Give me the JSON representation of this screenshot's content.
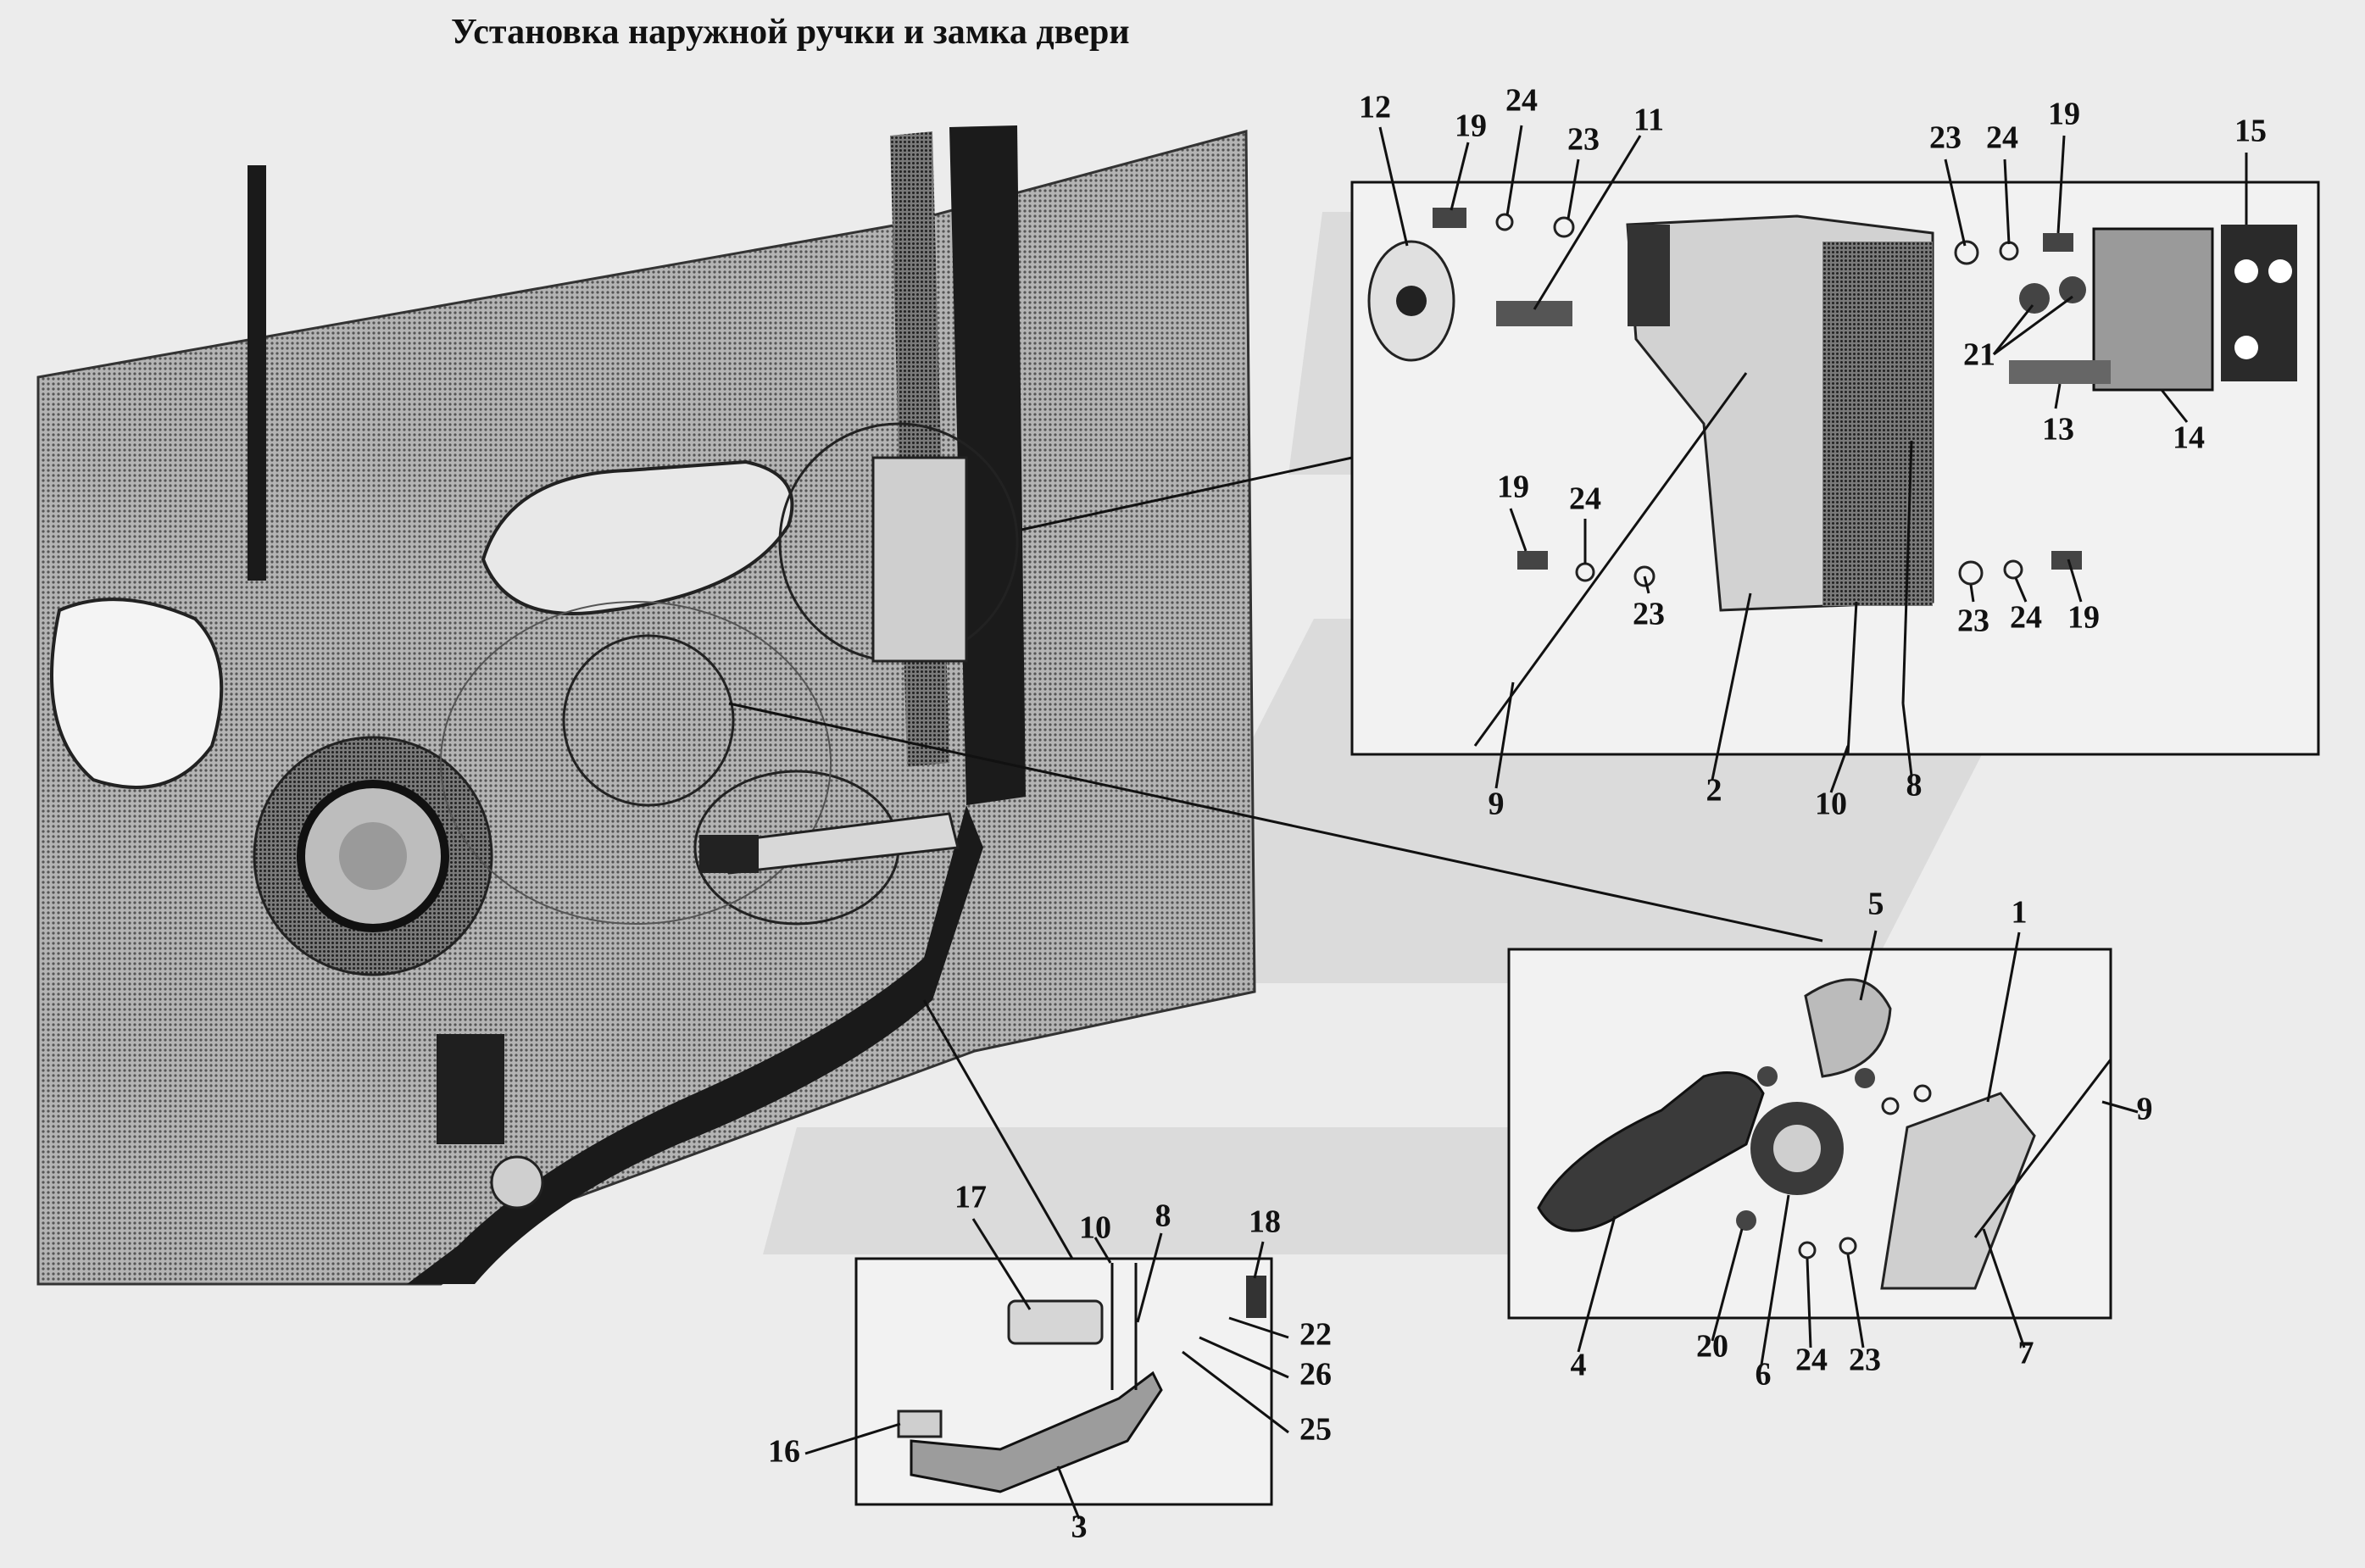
{
  "title": "Установка наружной ручки и замка двери",
  "detail_views": {
    "lock_assembly": {
      "labels": [
        {
          "id": "12",
          "text": "12"
        },
        {
          "id": "19a",
          "text": "19"
        },
        {
          "id": "24a",
          "text": "24"
        },
        {
          "id": "23a",
          "text": "23"
        },
        {
          "id": "11",
          "text": "11"
        },
        {
          "id": "23b",
          "text": "23"
        },
        {
          "id": "24b",
          "text": "24"
        },
        {
          "id": "19b",
          "text": "19"
        },
        {
          "id": "15",
          "text": "15"
        },
        {
          "id": "21",
          "text": "21"
        },
        {
          "id": "13",
          "text": "13"
        },
        {
          "id": "14",
          "text": "14"
        },
        {
          "id": "19c",
          "text": "19"
        },
        {
          "id": "24c",
          "text": "24"
        },
        {
          "id": "23c",
          "text": "23"
        },
        {
          "id": "23d",
          "text": "23"
        },
        {
          "id": "24d",
          "text": "24"
        },
        {
          "id": "19d",
          "text": "19"
        },
        {
          "id": "9a",
          "text": "9"
        },
        {
          "id": "2",
          "text": "2"
        },
        {
          "id": "10a",
          "text": "10"
        },
        {
          "id": "8a",
          "text": "8"
        }
      ]
    },
    "inner_handle": {
      "labels": [
        {
          "id": "5",
          "text": "5"
        },
        {
          "id": "1",
          "text": "1"
        },
        {
          "id": "9b",
          "text": "9"
        },
        {
          "id": "4",
          "text": "4"
        },
        {
          "id": "20",
          "text": "20"
        },
        {
          "id": "6",
          "text": "6"
        },
        {
          "id": "24e",
          "text": "24"
        },
        {
          "id": "23e",
          "text": "23"
        },
        {
          "id": "7",
          "text": "7"
        }
      ]
    },
    "outer_handle": {
      "labels": [
        {
          "id": "17",
          "text": "17"
        },
        {
          "id": "10b",
          "text": "10"
        },
        {
          "id": "8b",
          "text": "8"
        },
        {
          "id": "18",
          "text": "18"
        },
        {
          "id": "22",
          "text": "22"
        },
        {
          "id": "26",
          "text": "26"
        },
        {
          "id": "25",
          "text": "25"
        },
        {
          "id": "16",
          "text": "16"
        },
        {
          "id": "3",
          "text": "3"
        }
      ]
    }
  },
  "colors": {
    "ink": "#111111",
    "panel": "#9a9a9a",
    "panel_dark": "#6b6b6b",
    "background": "#ececec",
    "watermark": "#d6d6d6"
  }
}
